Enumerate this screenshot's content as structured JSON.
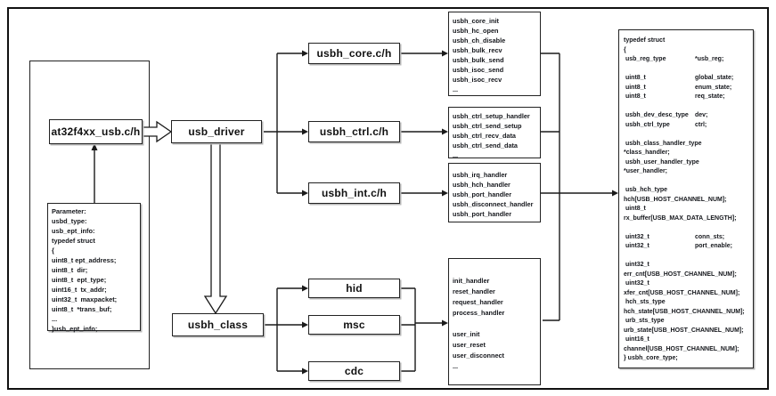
{
  "nodes": {
    "at32": "at32f4xx_usb.c/h",
    "usb_driver": "usb_driver",
    "usbh_core": "usbh_core.c/h",
    "usbh_ctrl": "usbh_ctrl.c/h",
    "usbh_int": "usbh_int.c/h",
    "usbh_class": "usbh_class",
    "hid": "hid",
    "msc": "msc",
    "cdc": "cdc"
  },
  "parameter_box": {
    "lines": [
      "Parameter:",
      "usbd_type:",
      "usb_ept_info:",
      "typedef struct",
      "{",
      "uint8_t ept_address;",
      "uint8_t  dir;",
      "uint8_t  ept_type;",
      "uint16_t  tx_addr;",
      "uint32_t  maxpacket;",
      "uint8_t  *trans_buf;",
      "...",
      "}usb_ept_info;"
    ]
  },
  "core_function_list": [
    "usbh_core_init",
    "usbh_hc_open",
    "usbh_ch_disable",
    "usbh_bulk_recv",
    "usbh_bulk_send",
    "usbh_isoc_send",
    "usbh_isoc_recv",
    "..."
  ],
  "ctrl_function_list": [
    "usbh_ctrl_setup_handler",
    "usbh_ctrl_send_setup",
    "usbh_ctrl_recv_data",
    "usbh_ctrl_send_data",
    "..."
  ],
  "int_function_list": [
    "usbh_irq_handler",
    "usbh_hch_handler",
    "usbh_port_handler",
    "usbh_disconnect_handler",
    "usbh_port_handler"
  ],
  "class_handler_list": [
    "init_handler",
    "reset_handler",
    "request_handler",
    "process_handler",
    "",
    "user_init",
    "user_reset",
    "user_disconnect",
    "..."
  ],
  "struct_box": {
    "lines": [
      "typedef struct",
      "{",
      " usb_reg_type\t*usb_reg;",
      "",
      " uint8_t\tglobal_state;",
      " uint8_t\tenum_state;",
      " uint8_t\treq_state;",
      "",
      " usbh_dev_desc_type\tdev;",
      " usbh_ctrl_type\tctrl;",
      "",
      " usbh_class_handler_type",
      "*class_handler;",
      " usbh_user_handler_type",
      "*user_handler;",
      "",
      " usb_hch_type",
      "hch[USB_HOST_CHANNEL_NUM];",
      " uint8_t",
      "rx_buffer[USB_MAX_DATA_LENGTH];",
      "",
      " uint32_t\tconn_sts;",
      " uint32_t\tport_enable;",
      "",
      " uint32_t",
      "err_cnt[USB_HOST_CHANNEL_NUM];",
      " uint32_t",
      "xfer_cnt[USB_HOST_CHANNEL_NUM];",
      " hch_sts_type",
      "hch_state[USB_HOST_CHANNEL_NUM];",
      " urb_sts_type",
      "urb_state[USB_HOST_CHANNEL_NUM];",
      " uint16_t",
      "channel[USB_HOST_CHANNEL_NUM];",
      "} usbh_core_type;"
    ]
  },
  "colors": {
    "line": "#1a1a1a",
    "box_border": "#222222",
    "text": "#15171c",
    "shadow": "#b8b8b8",
    "background": "#ffffff"
  }
}
